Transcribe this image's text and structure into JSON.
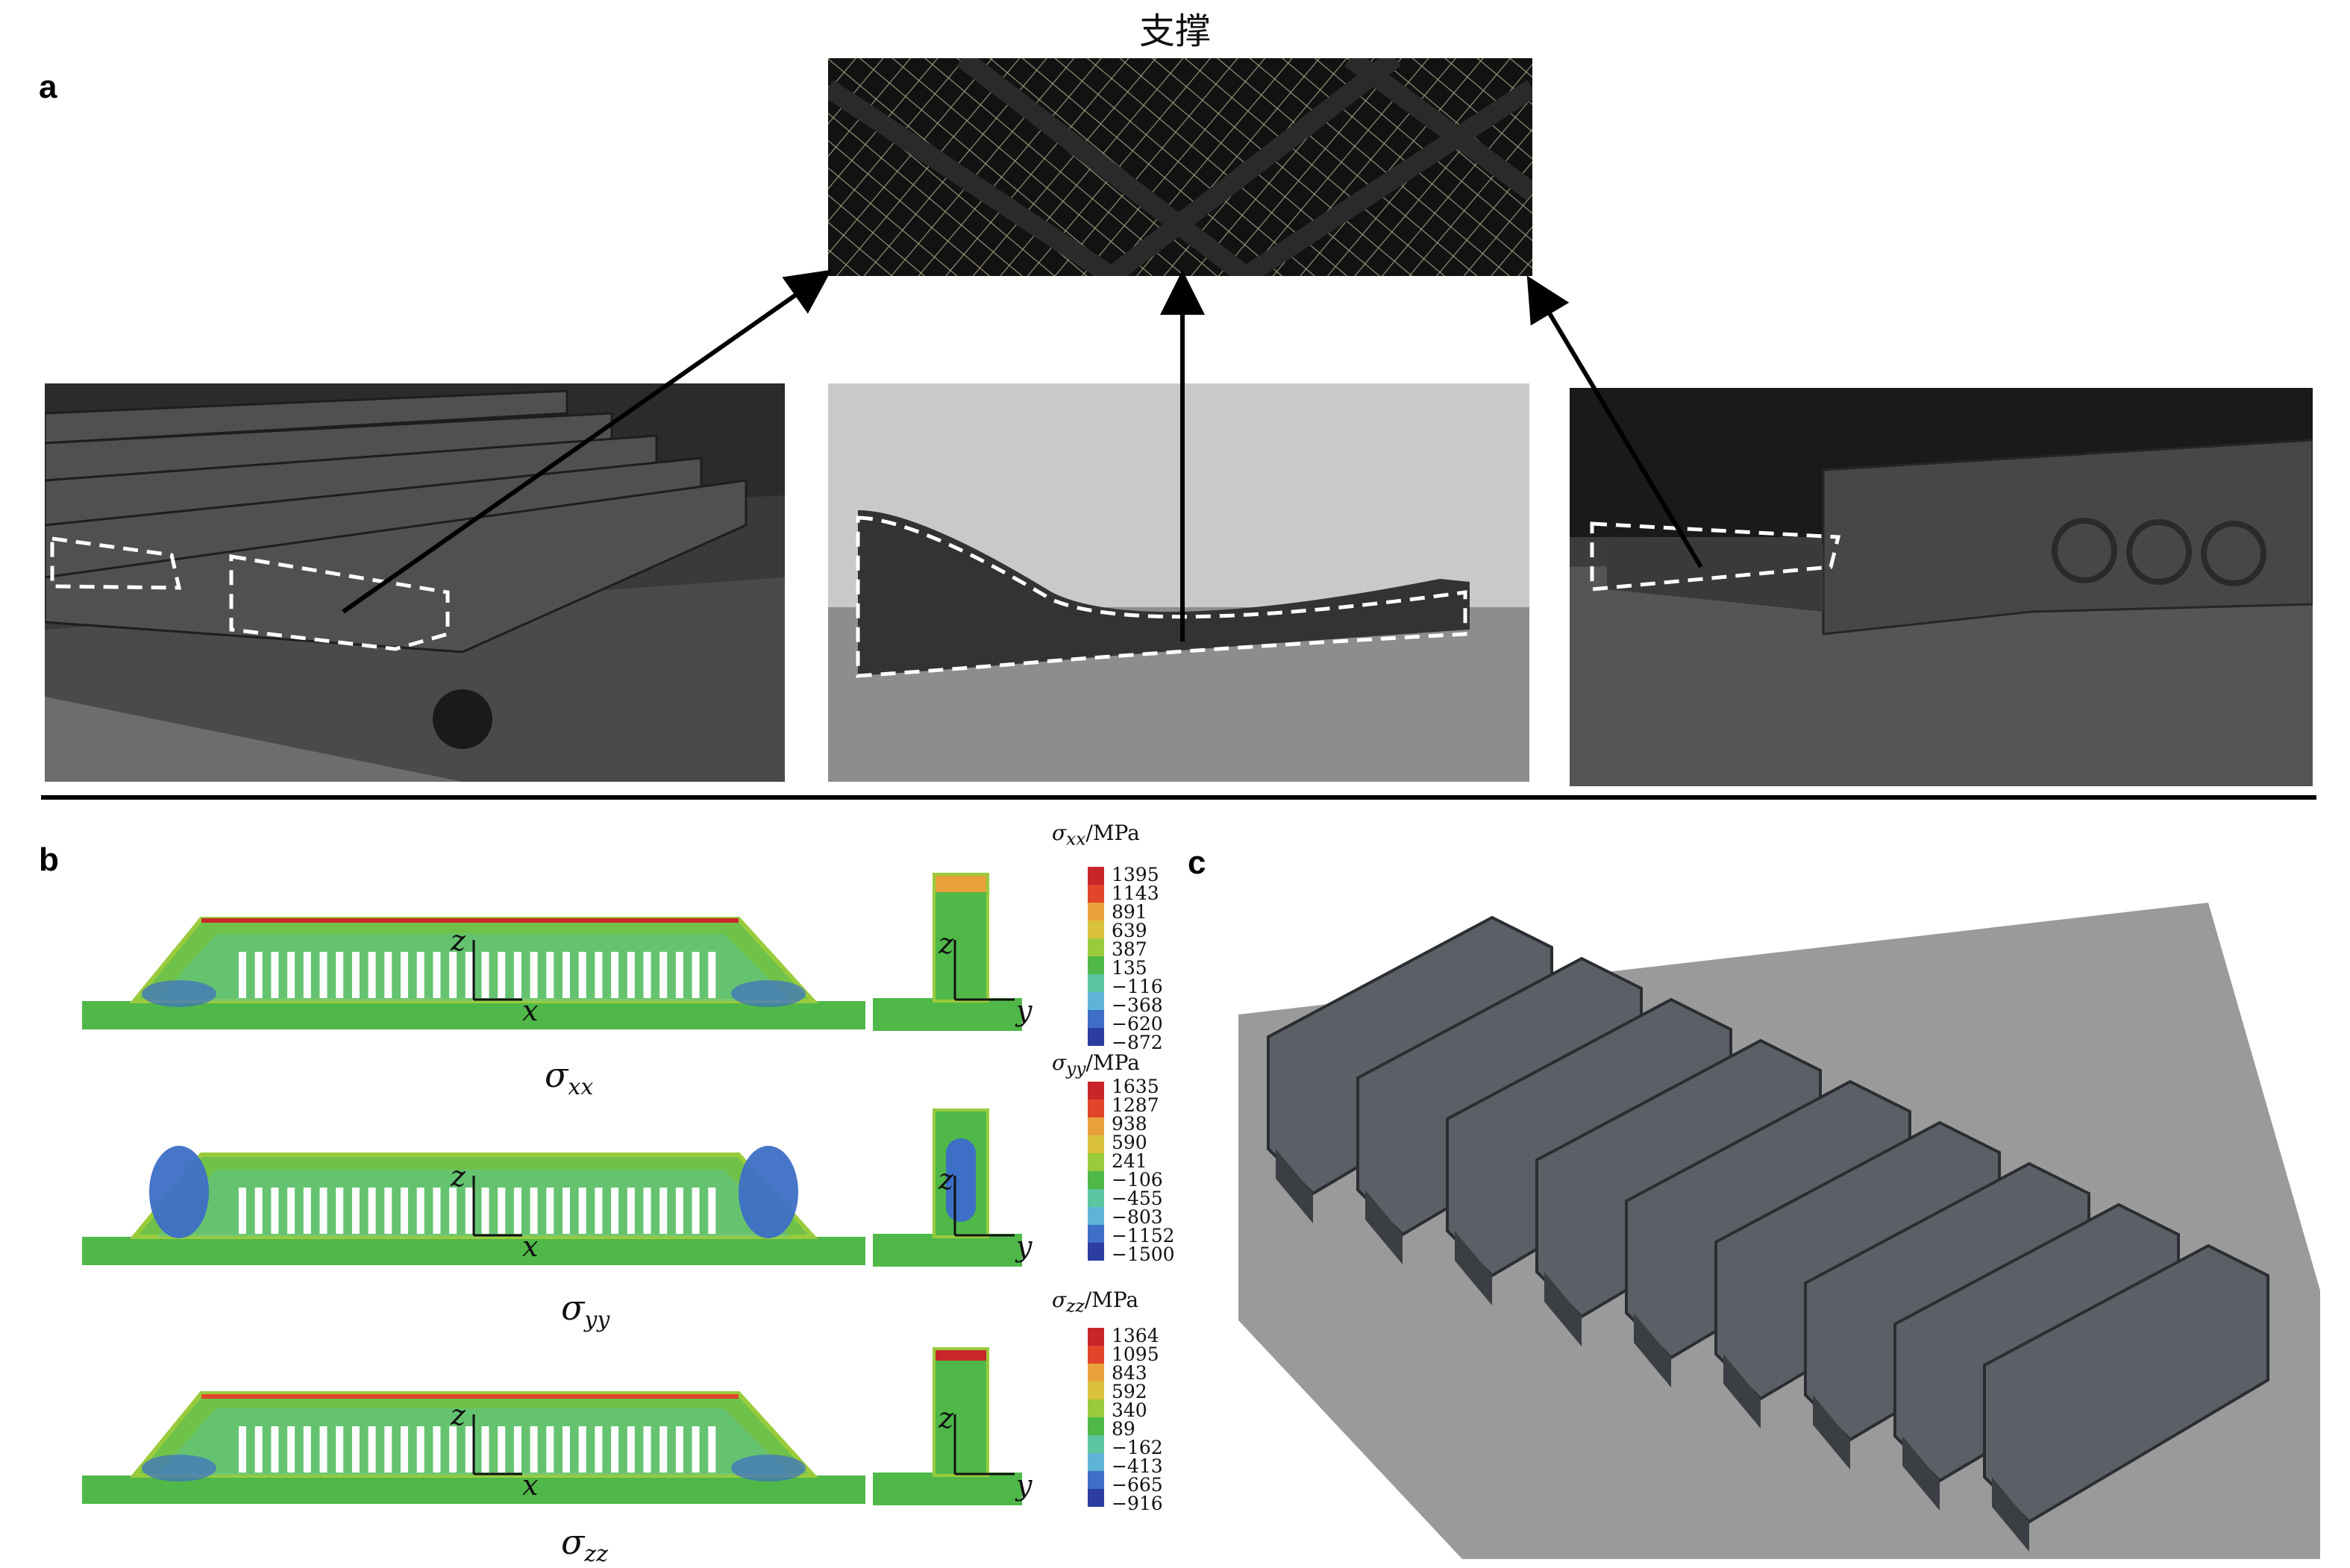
{
  "figure": {
    "top_title": "支撑",
    "labels": {
      "a": "a",
      "b": "b",
      "c": "c"
    }
  },
  "panel_b": {
    "rows": [
      {
        "caption_base": "σ",
        "caption_sub": "xx",
        "colorbar_symbol": "σ",
        "colorbar_sub": "xx",
        "colorbar_unit": "/MPa",
        "ticks": [
          "1395",
          "1143",
          "891",
          "639",
          "387",
          "135",
          "−116",
          "−368",
          "−620",
          "−872"
        ]
      },
      {
        "caption_base": "σ",
        "caption_sub": "yy",
        "colorbar_symbol": "σ",
        "colorbar_sub": "yy",
        "colorbar_unit": "/MPa",
        "ticks": [
          "1635",
          "1287",
          "938",
          "590",
          "241",
          "−106",
          "−455",
          "−803",
          "−1152",
          "−1500"
        ]
      },
      {
        "caption_base": "σ",
        "caption_sub": "zz",
        "colorbar_symbol": "σ",
        "colorbar_sub": "zz",
        "colorbar_unit": "/MPa",
        "ticks": [
          "1364",
          "1095",
          "843",
          "592",
          "340",
          "89",
          "−162",
          "−413",
          "−665",
          "−916"
        ]
      }
    ],
    "axis_labels": {
      "z": "z",
      "x": "x",
      "y": "y"
    },
    "colormap": [
      "#c8262b",
      "#e2452a",
      "#e8a13a",
      "#d9c23b",
      "#9acb3c",
      "#4fb848",
      "#5cc6a0",
      "#5fb4d6",
      "#3d6fc6",
      "#2b3d9e"
    ]
  }
}
